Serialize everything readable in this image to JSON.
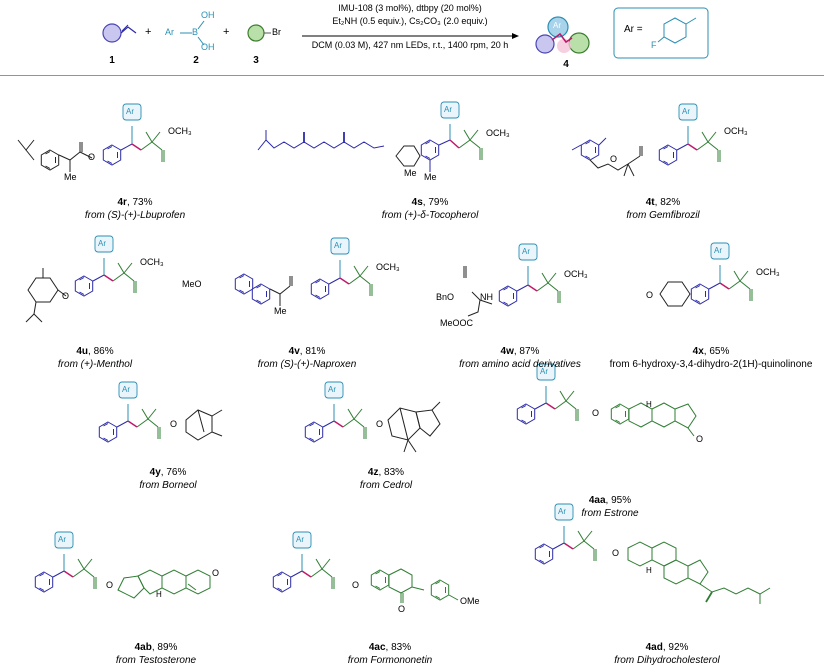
{
  "scheme": {
    "reactant_numbers": [
      "1",
      "2",
      "3"
    ],
    "plus": "+",
    "reagent2_ar": "Ar",
    "reagent2_oh1": "OH",
    "reagent2_oh2": "OH",
    "reagent2_b": "B",
    "reagent3_br": "Br",
    "conditions_line1": "IMU-108  (3 mol%), dtbpy (20 mol%)",
    "conditions_line2": "Et₂NH (0.5 equiv.), Cs₂CO₃ (2.0 equiv.)",
    "conditions_line3": "DCM (0.03 M), 427 nm LEDs, r.t., 1400 rpm, 20 h",
    "product_number": "4",
    "product_ar": "Ar",
    "ar_def_label": "Ar =",
    "ar_def_f": "F"
  },
  "compounds": [
    {
      "id": "4r",
      "yield": ", 73%",
      "source": "from (S)-(+)-Lbuprofen",
      "italic": true
    },
    {
      "id": "4s",
      "yield": ", 79%",
      "source": "from (+)-δ-Tocopherol",
      "italic": true
    },
    {
      "id": "4t",
      "yield": ", 82%",
      "source": "from Gemfibrozil",
      "italic": true
    },
    {
      "id": "4u",
      "yield": ", 86%",
      "source": "from (+)-Menthol",
      "italic": true
    },
    {
      "id": "4v",
      "yield": ", 81%",
      "source": "from (S)-(+)-Naproxen",
      "italic": true
    },
    {
      "id": "4w",
      "yield": ", 87%",
      "source": "from amino acid derivatives",
      "italic": true
    },
    {
      "id": "4x",
      "yield": ", 65%",
      "source": "from 6-hydroxy-3,4-dihydro-2(1H)-quinolinone",
      "italic": false
    },
    {
      "id": "4y",
      "yield": ", 76%",
      "source": "from Borneol",
      "italic": true
    },
    {
      "id": "4z",
      "yield": ", 83%",
      "source": "from Cedrol",
      "italic": true
    },
    {
      "id": "4aa",
      "yield": ", 95%",
      "source": "from Estrone",
      "italic": true
    },
    {
      "id": "4ab",
      "yield": ", 89%",
      "source": "from Testosterone",
      "italic": true
    },
    {
      "id": "4ac",
      "yield": ", 83%",
      "source": "from Formononetin",
      "italic": true
    },
    {
      "id": "4ad",
      "yield": ", 92%",
      "source": "from Dihydrocholesterol",
      "italic": true
    }
  ],
  "atom_labels": {
    "ar": "Ar",
    "och3": "OCH₃",
    "o": "O",
    "me": "Me",
    "meo": "MeO",
    "bno": "BnO",
    "nh": "NH",
    "meooc": "MeOOC",
    "ome": "OMe",
    "h": "H"
  },
  "colors": {
    "ar_ring": "#2b8fb3",
    "core_bond": "#c0186a",
    "quaternary": "#2e7d32",
    "aryl_blue": "#2a2aa8",
    "divider": "#6aa3b8"
  }
}
